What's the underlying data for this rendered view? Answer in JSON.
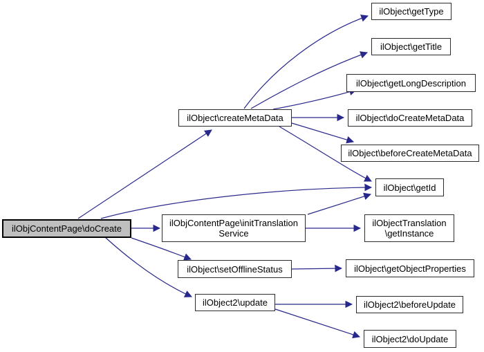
{
  "diagram": {
    "type": "call-graph",
    "background_color": "#ffffff",
    "edge_color": "#28288c",
    "node_fill_color": "#ffffff",
    "node_border_color": "#2b2b2b",
    "main_node_fill_color": "#bfbfbf",
    "text_color": "#000000"
  },
  "nodes": {
    "doCreate": {
      "label": "ilObjContentPage\\doCreate",
      "role": "main"
    },
    "createMetaData": {
      "label": "ilObject\\createMetaData",
      "role": "called"
    },
    "initTranslation": {
      "label": "ilObjContentPage\\initTranslation\nService",
      "role": "called"
    },
    "setOfflineStatus": {
      "label": "ilObject\\setOfflineStatus",
      "role": "called"
    },
    "update": {
      "label": "ilObject2\\update",
      "role": "called"
    },
    "getType": {
      "label": "ilObject\\getType",
      "role": "called"
    },
    "getTitle": {
      "label": "ilObject\\getTitle",
      "role": "called"
    },
    "getLongDescription": {
      "label": "ilObject\\getLongDescription",
      "role": "called"
    },
    "doCreateMetaData": {
      "label": "ilObject\\doCreateMetaData",
      "role": "called"
    },
    "beforeCreateMetaData": {
      "label": "ilObject\\beforeCreateMetaData",
      "role": "called"
    },
    "getId": {
      "label": "ilObject\\getId",
      "role": "called"
    },
    "getInstance": {
      "label": "ilObjectTranslation\n\\getInstance",
      "role": "called"
    },
    "getObjectProperties": {
      "label": "ilObject\\getObjectProperties",
      "role": "called"
    },
    "beforeUpdate": {
      "label": "ilObject2\\beforeUpdate",
      "role": "called"
    },
    "doUpdate": {
      "label": "ilObject2\\doUpdate",
      "role": "called"
    }
  },
  "edges": [
    {
      "from": "ilObjContentPage\\doCreate",
      "to": "ilObject\\createMetaData"
    },
    {
      "from": "ilObjContentPage\\doCreate",
      "to": "ilObject\\getId"
    },
    {
      "from": "ilObjContentPage\\doCreate",
      "to": "ilObjContentPage\\initTranslationService"
    },
    {
      "from": "ilObjContentPage\\doCreate",
      "to": "ilObject\\setOfflineStatus"
    },
    {
      "from": "ilObjContentPage\\doCreate",
      "to": "ilObject2\\update"
    },
    {
      "from": "ilObject\\createMetaData",
      "to": "ilObject\\getType"
    },
    {
      "from": "ilObject\\createMetaData",
      "to": "ilObject\\getTitle"
    },
    {
      "from": "ilObject\\createMetaData",
      "to": "ilObject\\getLongDescription"
    },
    {
      "from": "ilObject\\createMetaData",
      "to": "ilObject\\doCreateMetaData"
    },
    {
      "from": "ilObject\\createMetaData",
      "to": "ilObject\\beforeCreateMetaData"
    },
    {
      "from": "ilObject\\createMetaData",
      "to": "ilObject\\getId"
    },
    {
      "from": "ilObjContentPage\\initTranslationService",
      "to": "ilObject\\getId"
    },
    {
      "from": "ilObjContentPage\\initTranslationService",
      "to": "ilObjectTranslation\\getInstance"
    },
    {
      "from": "ilObject\\setOfflineStatus",
      "to": "ilObject\\getObjectProperties"
    },
    {
      "from": "ilObject2\\update",
      "to": "ilObject2\\beforeUpdate"
    },
    {
      "from": "ilObject2\\update",
      "to": "ilObject2\\doUpdate"
    }
  ]
}
